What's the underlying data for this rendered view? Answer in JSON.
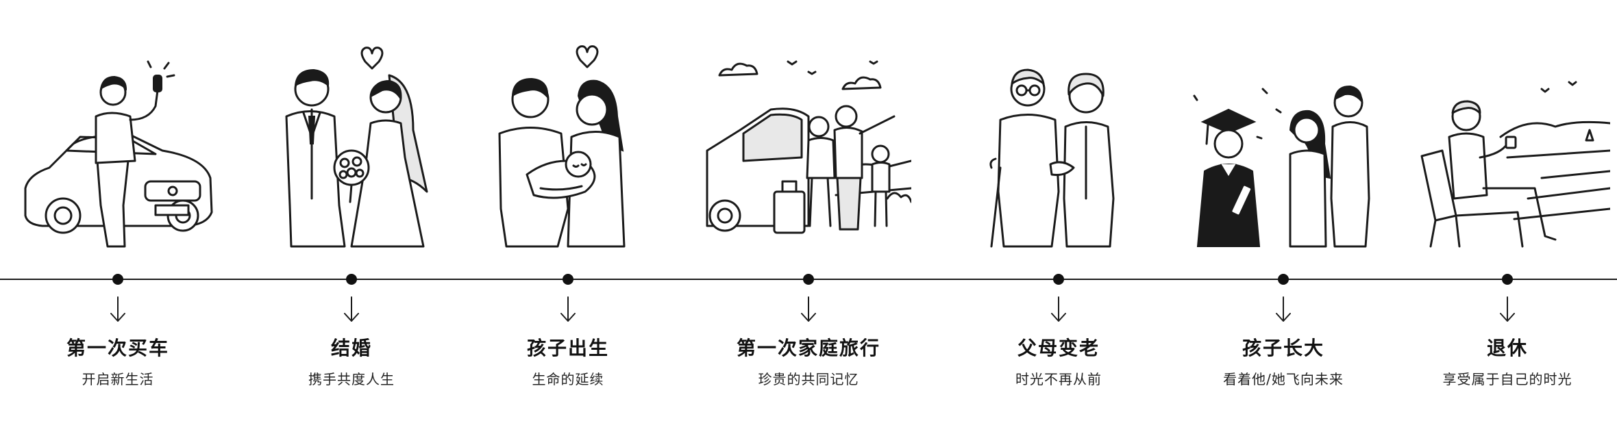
{
  "milestones": [
    {
      "title": "第一次买车",
      "subtitle": "开启新生活",
      "icon": "car-with-keys-icon"
    },
    {
      "title": "结婚",
      "subtitle": "携手共度人生",
      "icon": "wedding-couple-icon"
    },
    {
      "title": "孩子出生",
      "subtitle": "生命的延续",
      "icon": "parents-with-baby-icon"
    },
    {
      "title": "第一次家庭旅行",
      "subtitle": "珍贵的共同记忆",
      "icon": "family-road-trip-icon"
    },
    {
      "title": "父母变老",
      "subtitle": "时光不再从前",
      "icon": "elderly-parents-icon"
    },
    {
      "title": "孩子长大",
      "subtitle": "看着他/她飞向未来",
      "icon": "graduation-icon"
    },
    {
      "title": "退休",
      "subtitle": "享受属于自己的时光",
      "icon": "retirement-chair-icon"
    }
  ]
}
